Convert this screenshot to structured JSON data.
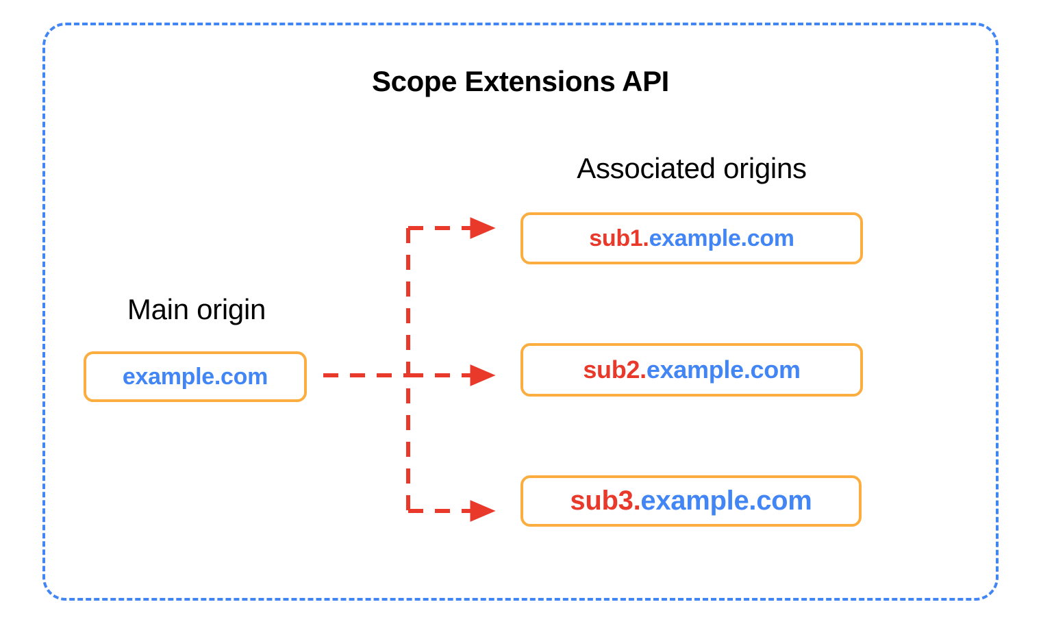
{
  "diagram": {
    "title": "Scope Extensions API",
    "frame_color": "#4285F4",
    "box_border_color": "#FBAD3F",
    "arrow_color": "#E8392B",
    "subdomain_color": "#E8392B",
    "domain_color": "#4285F4",
    "title_color": "#000000"
  },
  "main_origin": {
    "label": "Main origin",
    "box": {
      "sub": "",
      "dot": "",
      "domain": "example.com"
    }
  },
  "associated_origins": {
    "label": "Associated origins",
    "boxes": [
      {
        "sub": "sub1",
        "dot": ".",
        "domain": "example.com"
      },
      {
        "sub": "sub2",
        "dot": ".",
        "domain": "example.com"
      },
      {
        "sub": "sub3",
        "dot": ".",
        "domain": "example.com"
      }
    ]
  }
}
